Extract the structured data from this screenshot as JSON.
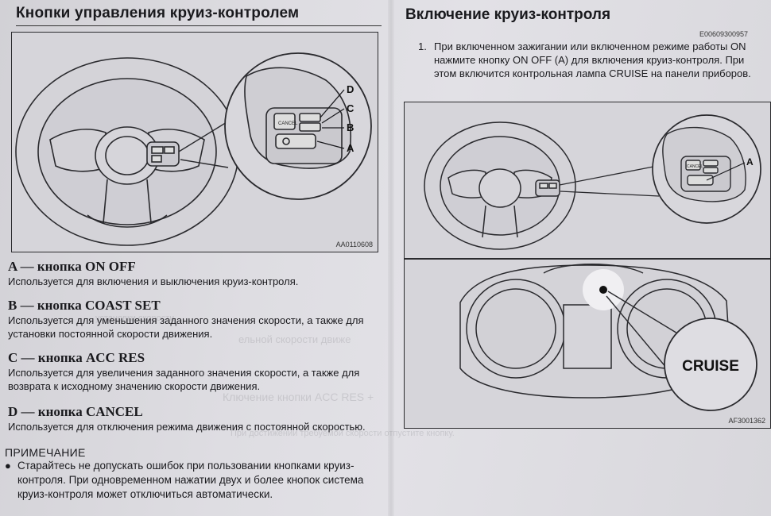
{
  "left": {
    "title": "Кнопки управления круиз-контролем",
    "figure_code": "AA0110608",
    "callouts": {
      "a": "A",
      "b": "B",
      "c": "C",
      "d": "D"
    },
    "button_labels": {
      "cancel": "CANCEL"
    },
    "items": [
      {
        "heading": "A — кнопка ON OFF",
        "text": "Используется для включения и выключения круиз-контроля."
      },
      {
        "heading": "B — кнопка COAST SET",
        "text": "Используется для уменьшения заданного значения скорости, а также для установки постоянной скорости движения."
      },
      {
        "heading": "C — кнопка ACC RES",
        "text": "Используется для увеличения заданного значения скорости, а также для возврата к исходному значению скорости движения."
      },
      {
        "heading": "D — кнопка CANCEL",
        "text": "Используется для отключения режима движения с постоянной скоростью."
      }
    ],
    "note": {
      "title": "ПРИМЕЧАНИЕ",
      "bullet": "●",
      "text": "Старайтесь не допускать ошибок при пользовании кнопками круиз-контроля. При одновременном нажатии двух и более кнопок система круиз-контроля может отключиться автоматически."
    }
  },
  "right": {
    "title": "Включение круиз-контроля",
    "section_code": "E00609300957",
    "step_number": "1.",
    "step_text": "При включенном зажигании или включенном режиме работы ON нажмите кнопку ON OFF (A) для включения круиз-контроля. При этом включится контрольная лампа CRUISE на панели приборов.",
    "callout_a": "A",
    "cancel_label": "CANCEL",
    "cruise_label": "CRUISE",
    "figure_code": "AF3001362"
  }
}
